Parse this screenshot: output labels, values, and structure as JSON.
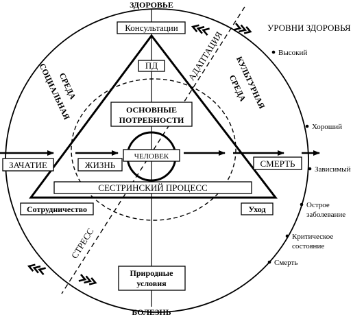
{
  "poles": {
    "top": "ЗДОРОВЬЕ",
    "bottom": "БОЛЕЗНЬ"
  },
  "environments": {
    "social": [
      "СОЦИАЛЬНАЯ",
      "СРЕДА"
    ],
    "cultural": [
      "КУЛЬТУРНАЯ",
      "СРЕДА"
    ]
  },
  "axes": {
    "adaptation": "АДАПТАЦИЯ",
    "stress": "СТРЕСС"
  },
  "boxes": {
    "consultation": "Консультации",
    "pd": "ПД",
    "needs_line1": "ОСНОВНЫЕ",
    "needs_line2": "ПОТРЕБНОСТИ",
    "person": "ЧЕЛОВЕК",
    "nursing_process": "СЕСТРИНСКИЙ ПРОЦЕСС",
    "cooperation": "Сотрудничество",
    "care": "Уход",
    "natural_line1": "Природные",
    "natural_line2": "условия"
  },
  "life_line": {
    "conception": "ЗАЧАТИЕ",
    "life": "ЖИЗНЬ",
    "death": "СМЕРТЬ"
  },
  "health_levels": {
    "title": "УРОВНИ ЗДОРОВЬЯ",
    "items": [
      "Высокий",
      "Хороший",
      "Зависимый",
      "Острое",
      "заболевание",
      "Критическое",
      "состояние",
      "Смерть"
    ]
  }
}
